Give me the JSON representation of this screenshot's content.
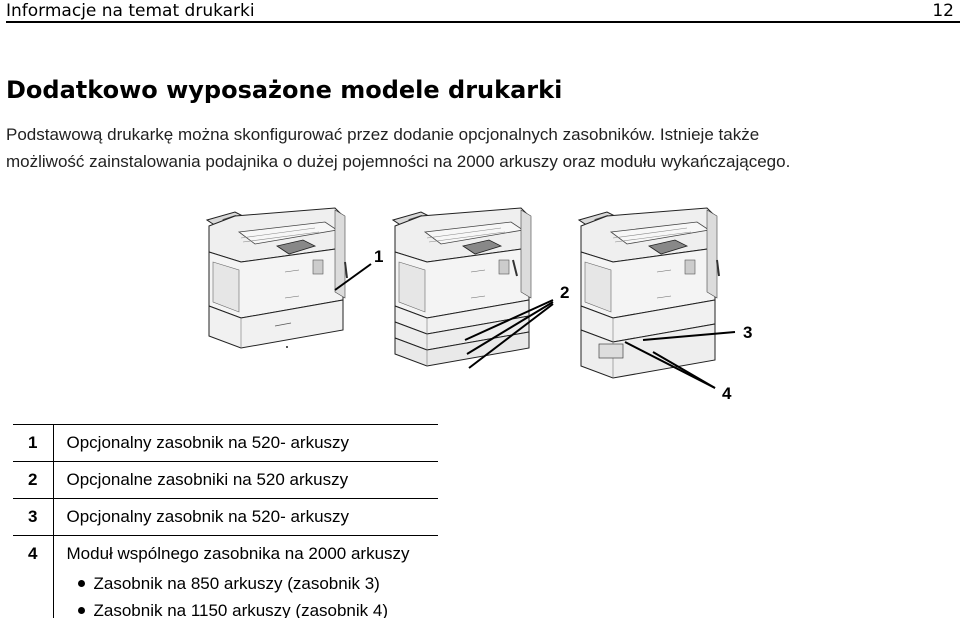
{
  "header": {
    "title": "Informacje na temat drukarki",
    "page_number": "12"
  },
  "section": {
    "title": "Dodatkowo wyposażone modele drukarki",
    "intro_line1": "Podstawową drukarkę można skonfigurować przez dodanie opcjonalnych zasobników. Istnieje także",
    "intro_line2": "możliwość zainstalowania podajnika o dużej pojemności na 2000 arkuszy oraz modułu wykańczającego."
  },
  "illustration": {
    "callouts": [
      "1",
      "2",
      "3",
      "4"
    ]
  },
  "legend": [
    {
      "number": "1",
      "text": "Opcjonalny zasobnik na 520- arkuszy"
    },
    {
      "number": "2",
      "text": "Opcjonalne zasobniki na 520 arkuszy"
    },
    {
      "number": "3",
      "text": "Opcjonalny zasobnik na 520- arkuszy"
    },
    {
      "number": "4",
      "text": "Moduł wspólnego zasobnika na 2000 arkuszy",
      "sub_items": [
        "Zasobnik na 850 arkuszy (zasobnik 3)",
        "Zasobnik na 1150 arkuszy (zasobnik 4)"
      ]
    }
  ]
}
